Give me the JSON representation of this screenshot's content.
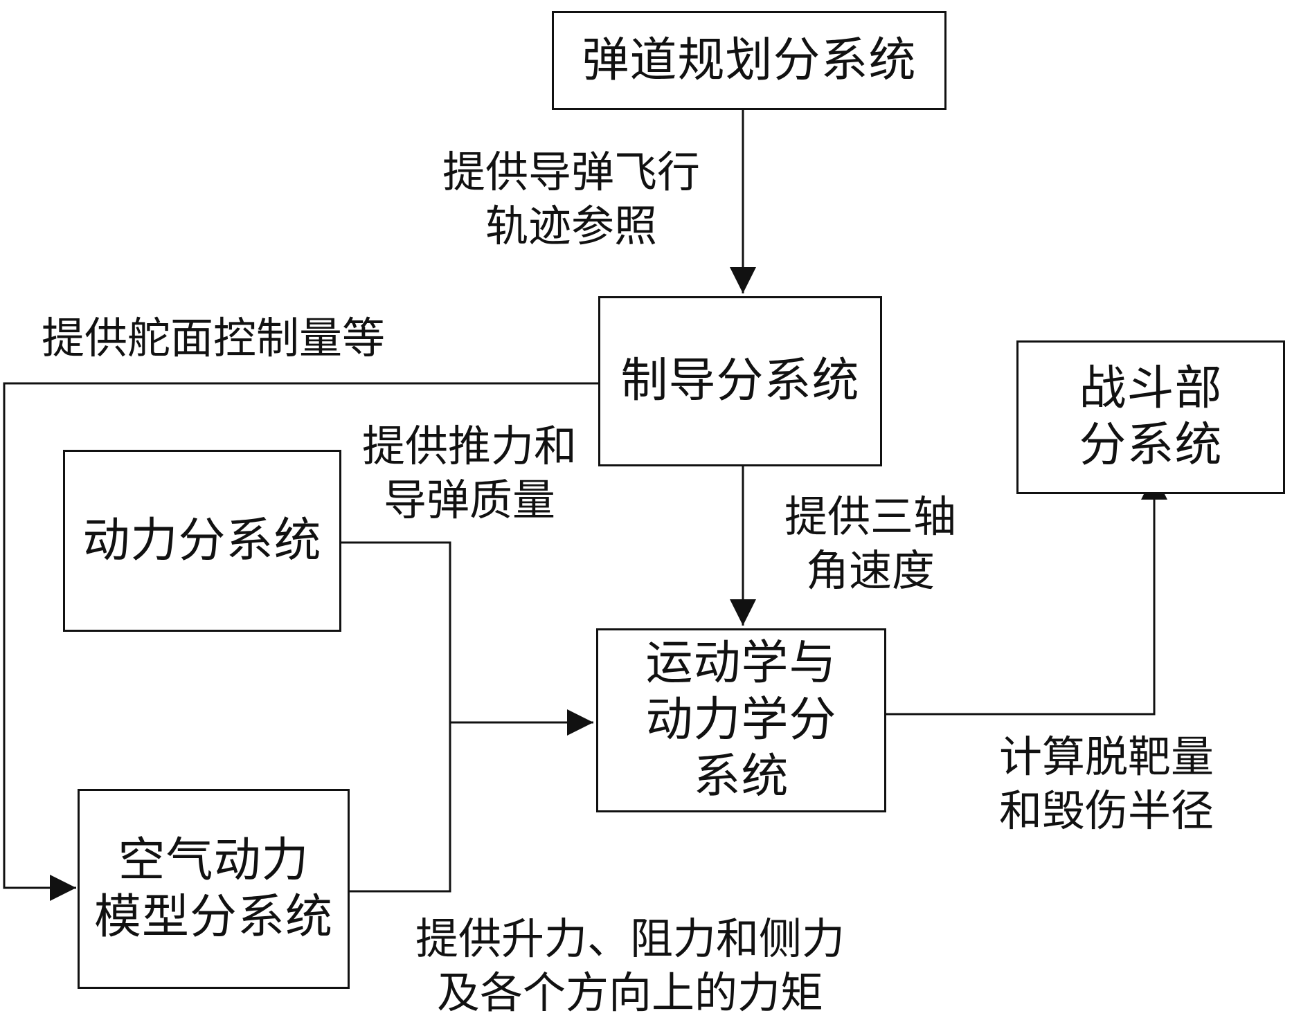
{
  "boxes": {
    "trajectory": [
      "弹道规划分系统"
    ],
    "guidance": [
      "制导分系统"
    ],
    "warhead": [
      "战斗部",
      "分系统"
    ],
    "power": [
      "动力分系统"
    ],
    "dynamics": [
      "运动学与",
      "动力学分",
      "系统"
    ],
    "aero": [
      "空气动力",
      "模型分系统"
    ]
  },
  "labels": {
    "trajectory_to_guidance": [
      "提供导弹飞行",
      "轨迹参照"
    ],
    "guidance_to_aero": [
      "提供舵面控制量等"
    ],
    "power_to_dynamics": [
      "提供推力和",
      "导弹质量"
    ],
    "guidance_to_dynamics": [
      "提供三轴",
      "角速度"
    ],
    "dynamics_to_warhead": [
      "计算脱靶量",
      "和毁伤半径"
    ],
    "aero_to_dynamics": [
      "提供升力、阻力和侧力",
      "及各个方向上的力矩"
    ]
  }
}
